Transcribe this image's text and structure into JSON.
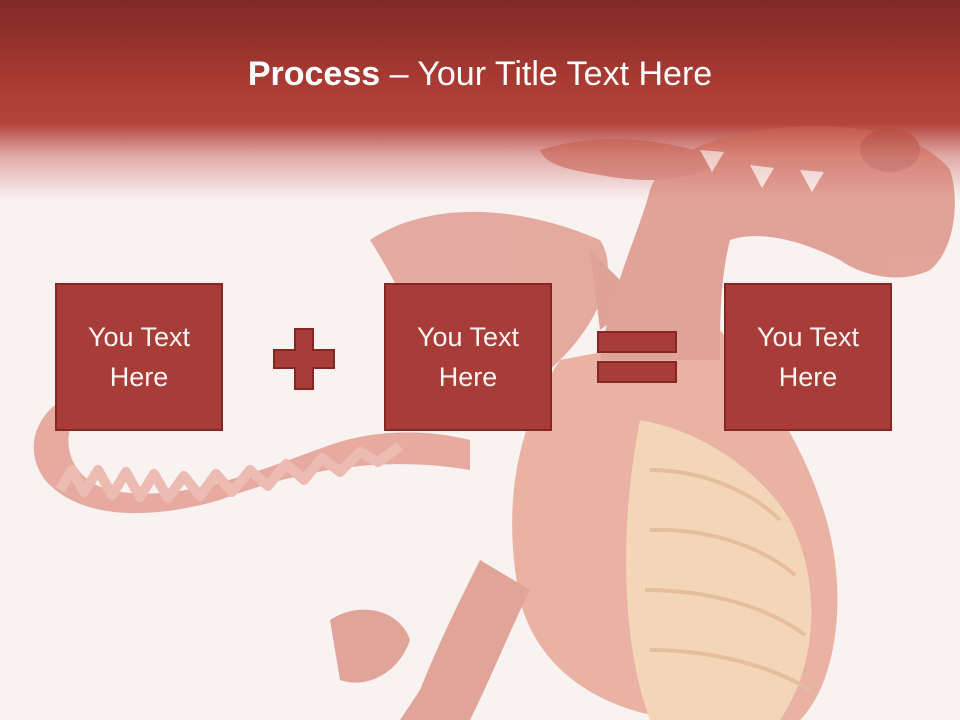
{
  "slide": {
    "title_bold": "Process",
    "title_rest": " – Your Title Text Here"
  },
  "process": {
    "boxes": [
      {
        "text": "You Text Here"
      },
      {
        "text": "You Text Here"
      },
      {
        "text": "You Text Here"
      }
    ],
    "operators": [
      "plus-icon",
      "equals-icon"
    ]
  },
  "colors": {
    "header_dark": "#7f2a25",
    "header_mid": "#b4453e",
    "box_fill": "#a83c38",
    "box_border": "#862723",
    "background": "#f8f2f1",
    "dragon_tint": "#e9b3a6"
  }
}
